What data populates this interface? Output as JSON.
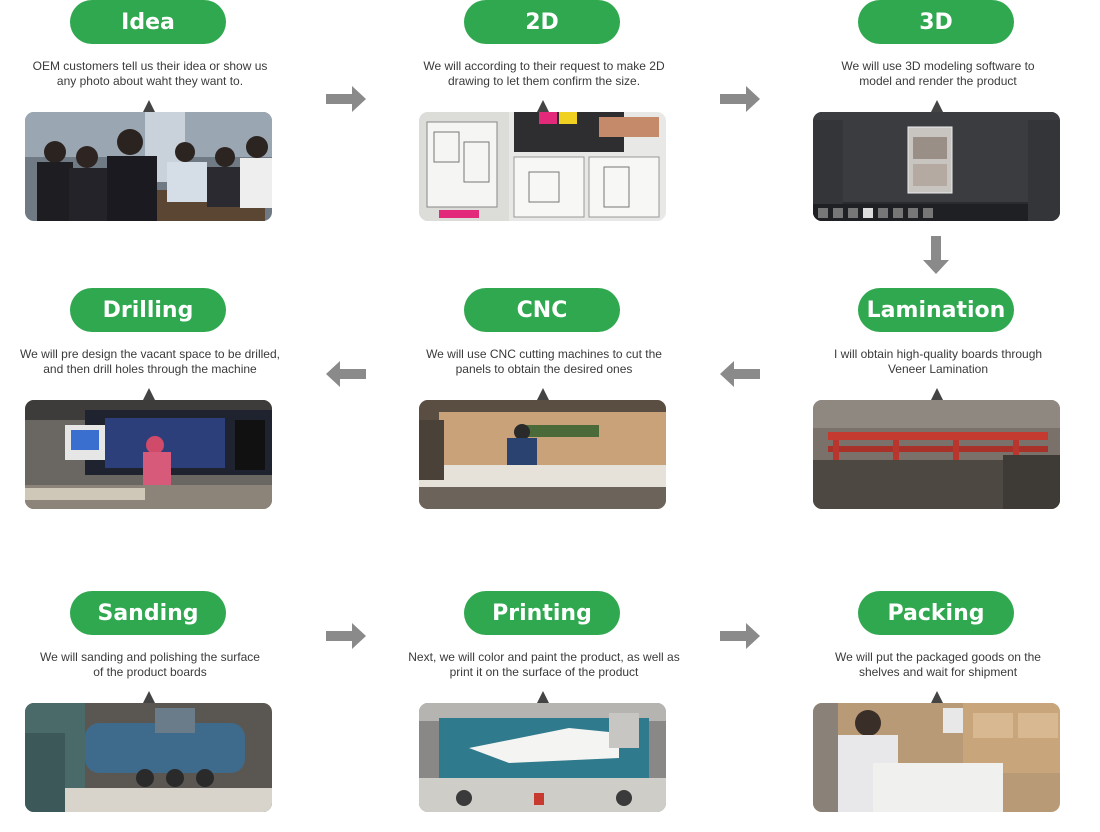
{
  "steps": [
    {
      "title": "Idea",
      "desc_line1": "OEM customers tell us their idea or show us",
      "desc_line2": "any photo about waht they want to.",
      "image": "meeting-photo"
    },
    {
      "title": "2D",
      "desc_line1": "We will according to their request to make 2D",
      "desc_line2": "drawing to let them confirm the size.",
      "image": "drawings-photo"
    },
    {
      "title": "3D",
      "desc_line1": "We will use 3D modeling software to",
      "desc_line2": "model and render the product",
      "image": "3d-software-screenshot"
    },
    {
      "title": "Drilling",
      "desc_line1": "We will pre design the vacant space to be drilled,",
      "desc_line2": "and then drill holes through the machine",
      "image": "drilling-machine-photo"
    },
    {
      "title": "CNC",
      "desc_line1": "We will use CNC cutting machines to cut the",
      "desc_line2": "panels to obtain the desired ones",
      "image": "cnc-machine-photo"
    },
    {
      "title": "Lamination",
      "desc_line1": "I will obtain high-quality boards through",
      "desc_line2": "Veneer Lamination",
      "image": "lamination-machine-photo"
    },
    {
      "title": "Sanding",
      "desc_line1": "We will sanding  and polishing the surface",
      "desc_line2": "of the product boards",
      "image": "sanding-machine-photo"
    },
    {
      "title": "Printing",
      "desc_line1": "Next, we will color and paint the product, as well as",
      "desc_line2": "print it on the surface of the product",
      "image": "printing-machine-photo"
    },
    {
      "title": "Packing",
      "desc_line1": "We will put the packaged goods on the",
      "desc_line2": "shelves and wait for shipment",
      "image": "packing-photo"
    }
  ],
  "colors": {
    "pill": "#2fa84f",
    "pill_text": "#ffffff",
    "arrow": "#8a8a8a",
    "text": "#3a3a3a"
  }
}
